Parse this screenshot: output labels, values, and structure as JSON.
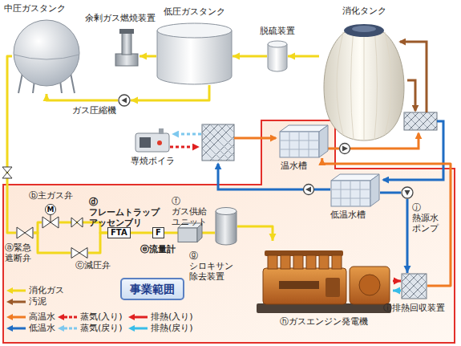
{
  "diagram": {
    "nodes": [
      {
        "text": [
          "中圧ガスタンク"
        ]
      },
      {
        "text": [
          "余剰ガス燃焼装置"
        ]
      },
      {
        "text": [
          "低圧ガスタンク"
        ]
      },
      {
        "text": [
          "脱硫装置"
        ]
      },
      {
        "text": [
          "消化タンク"
        ]
      },
      {
        "text": [
          "ガス圧縮機"
        ]
      },
      {
        "text": [
          "専焼ボイラ"
        ]
      },
      {
        "text": [
          "温水槽"
        ]
      },
      {
        "text": [
          "低温水槽"
        ]
      },
      {
        "text": [
          "ⓙ熱源水 ポンプ"
        ]
      },
      {
        "text": [
          "ⓑ主ガス弁",
          "M"
        ]
      },
      {
        "text": [
          "ⓓフレームトラップ アッセンブリ",
          "FTA"
        ]
      },
      {
        "text": [
          "ⓕガス供給 ユニット"
        ]
      },
      {
        "text": [
          "ⓐ緊急 遮断弁"
        ]
      },
      {
        "text": [
          "ⓒ減圧弁"
        ]
      },
      {
        "text": [
          "F",
          "ⓔ流量計"
        ]
      },
      {
        "text": [
          "ⓖシロキサン 除去装置"
        ]
      },
      {
        "text": [
          "事業範囲"
        ]
      },
      {
        "text": [
          "ⓗガスエンジン発電機"
        ]
      },
      {
        "text": [
          "ⓘ排熱回収装置"
        ]
      }
    ],
    "edges": [
      {
        "from": 4,
        "to": 3,
        "arrow": "to"
      },
      {
        "from": 3,
        "to": 2,
        "arrow": "to"
      },
      {
        "from": 2,
        "to": 1,
        "arrow": "to"
      },
      {
        "from": 2,
        "to": 5,
        "arrow": "to"
      },
      {
        "from": 5,
        "to": 0,
        "arrow": "to"
      },
      {
        "from": 0,
        "to": 13,
        "arrow": "none"
      },
      {
        "from": 13,
        "to": 10,
        "arrow": "none"
      },
      {
        "from": 13,
        "to": 14,
        "arrow": "none"
      },
      {
        "from": 10,
        "to": 11,
        "arrow": "none"
      },
      {
        "from": 14,
        "to": 11,
        "arrow": "none"
      },
      {
        "from": 11,
        "to": 15,
        "arrow": "none"
      },
      {
        "from": 15,
        "to": 12,
        "arrow": "none"
      },
      {
        "from": 12,
        "to": 16,
        "arrow": "none"
      },
      {
        "from": 16,
        "to": 18,
        "arrow": "to"
      },
      {
        "from": 19,
        "to": 7,
        "arrow": "to"
      },
      {
        "from": 8,
        "to": 9,
        "arrow": "none"
      },
      {
        "from": 9,
        "to": 19,
        "arrow": "to"
      },
      {
        "from": 18,
        "to": 19,
        "arrow": "to"
      },
      {
        "from": 19,
        "to": 18,
        "arrow": "to"
      }
    ],
    "legend": [
      {
        "text": "消化ガス",
        "color": "#f2d81c"
      },
      {
        "text": "汚泥",
        "color": "#9b5a2a"
      },
      {
        "text": "高温水",
        "color": "#f07a22"
      },
      {
        "text": "低温水",
        "color": "#1f6dc4"
      },
      {
        "text": "蒸気(入り)",
        "color": "#e02020"
      },
      {
        "text": "蒸気(戻り)",
        "color": "#7ec8ee"
      },
      {
        "text": "排熱(入り)",
        "color": "#e02020"
      },
      {
        "text": "排熱(戻り)",
        "color": "#38bde8"
      }
    ]
  }
}
